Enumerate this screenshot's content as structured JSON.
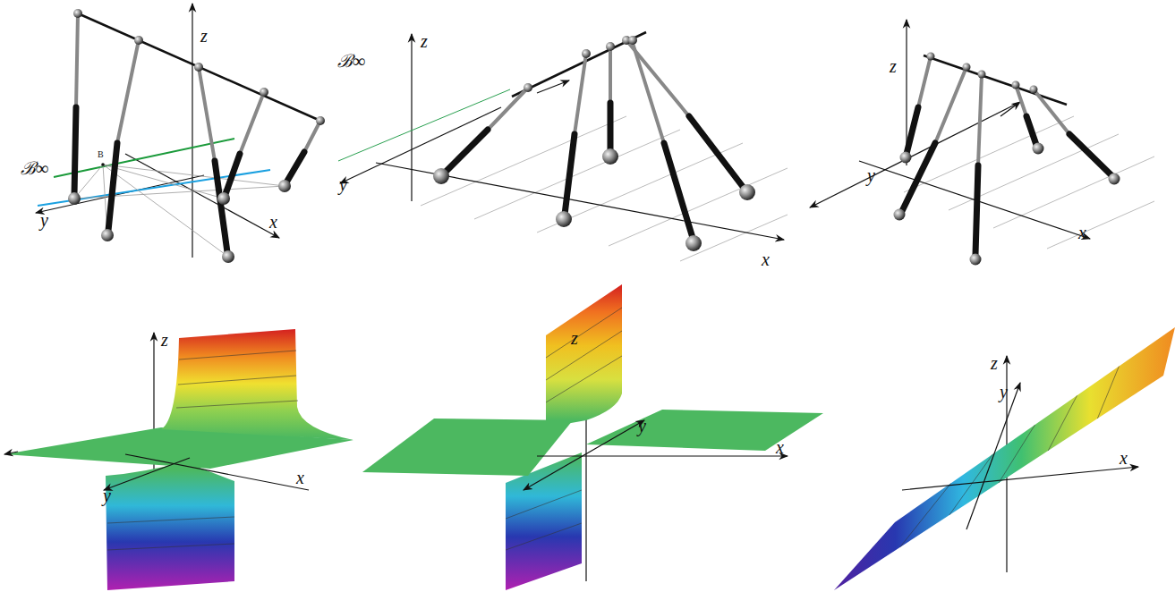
{
  "diagram": {
    "labels": [
      "z",
      "ℬ∞",
      "B",
      "y",
      "x",
      "z",
      "ℬ∞",
      "y",
      "x",
      "z",
      "y",
      "x",
      "z",
      "y",
      "x",
      "z",
      "y",
      "x",
      "z",
      "y",
      "x"
    ]
  }
}
